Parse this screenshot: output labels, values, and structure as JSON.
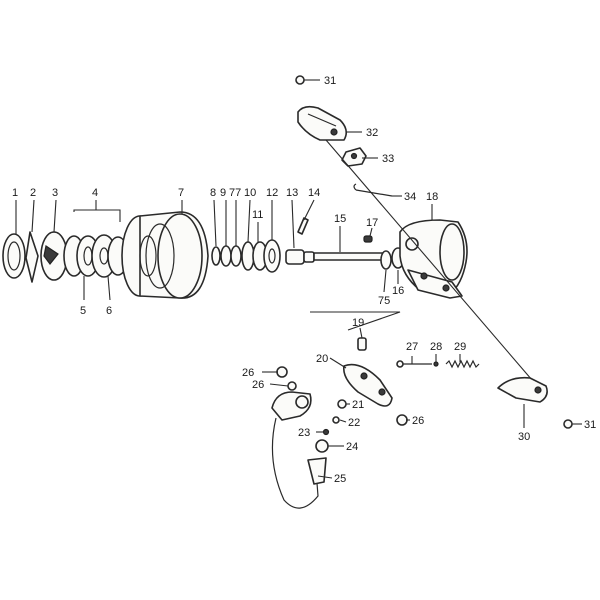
{
  "diagram": {
    "colors": {
      "ink": "#2a2a2a",
      "paper": "#ffffff"
    },
    "callouts": {
      "c1": "1",
      "c2": "2",
      "c3": "3",
      "c4": "4",
      "c5": "5",
      "c6": "6",
      "c7": "7",
      "c8": "8",
      "c9": "9",
      "c77": "77",
      "c10": "10",
      "c11": "11",
      "c12": "12",
      "c13": "13",
      "c14": "14",
      "c15": "15",
      "c16": "16",
      "c17": "17",
      "c18": "18",
      "c19": "19",
      "c20": "20",
      "c21": "21",
      "c22": "22",
      "c23": "23",
      "c24": "24",
      "c25": "25",
      "c26a": "26",
      "c26b": "26",
      "c26c": "26",
      "c27": "27",
      "c28": "28",
      "c29": "29",
      "c30": "30",
      "c31a": "31",
      "c31b": "31",
      "c32": "32",
      "c33": "33",
      "c34": "34",
      "c75": "75"
    }
  }
}
